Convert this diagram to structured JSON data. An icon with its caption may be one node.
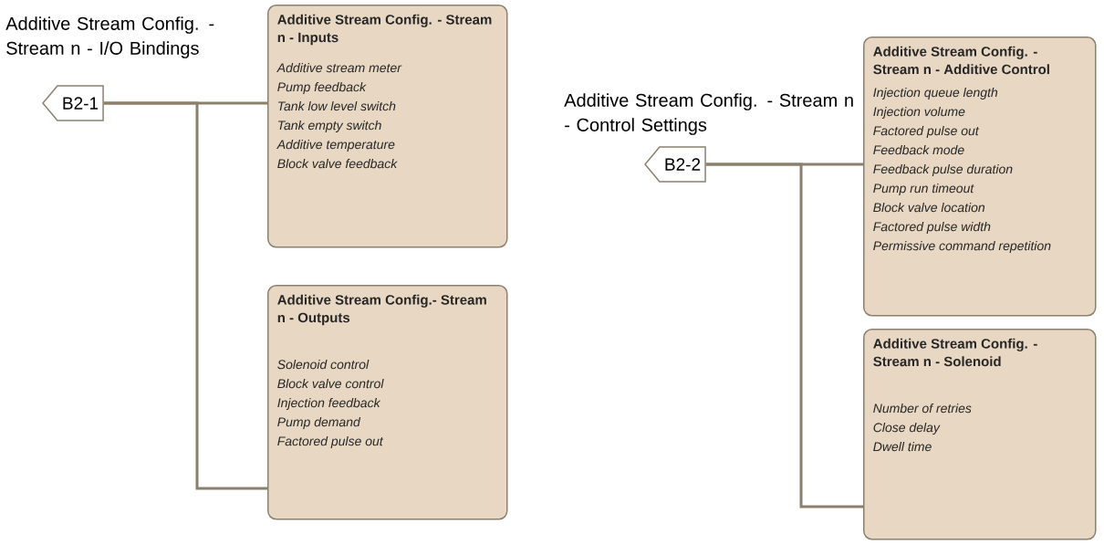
{
  "diagram": {
    "nodes": [
      {
        "text": [
          "B2-1"
        ],
        "beside": [
          "Additive Stream Config. - Stream n - I/O Bindings"
        ]
      },
      {
        "text": [
          "Additive Stream Config. - Stream n - Inputs",
          "Additive stream meter",
          "Pump feedback",
          "Tank low level switch",
          "Tank empty switch",
          "Additive temperature",
          "Block valve feedback"
        ]
      },
      {
        "text": [
          "Additive Stream Config.- Stream n - Outputs",
          "Solenoid control",
          "Block valve control",
          "Injection feedback",
          "Pump demand",
          "Factored pulse out"
        ]
      },
      {
        "text": [
          "B2-2"
        ],
        "beside": [
          "Additive Stream Config. - Stream n - Control Settings"
        ]
      },
      {
        "text": [
          "Additive Stream Config. - Stream n - Additive Control",
          "Injection queue length",
          "Injection volume",
          "Factored pulse out",
          "Feedback mode",
          "Feedback pulse duration",
          "Pump run timeout",
          "Block valve location",
          "Factored pulse width",
          "Permissive command repetition"
        ]
      },
      {
        "text": [
          "Additive Stream Config. - Stream n - Solenoid",
          "Number of retries",
          "Close delay",
          "Dwell time"
        ]
      }
    ],
    "edges": [
      {
        "from": 0,
        "to": 1,
        "arrow": "none"
      },
      {
        "from": 0,
        "to": 2,
        "arrow": "none"
      },
      {
        "from": 3,
        "to": 4,
        "arrow": "none"
      },
      {
        "from": 3,
        "to": 5,
        "arrow": "none"
      }
    ]
  }
}
